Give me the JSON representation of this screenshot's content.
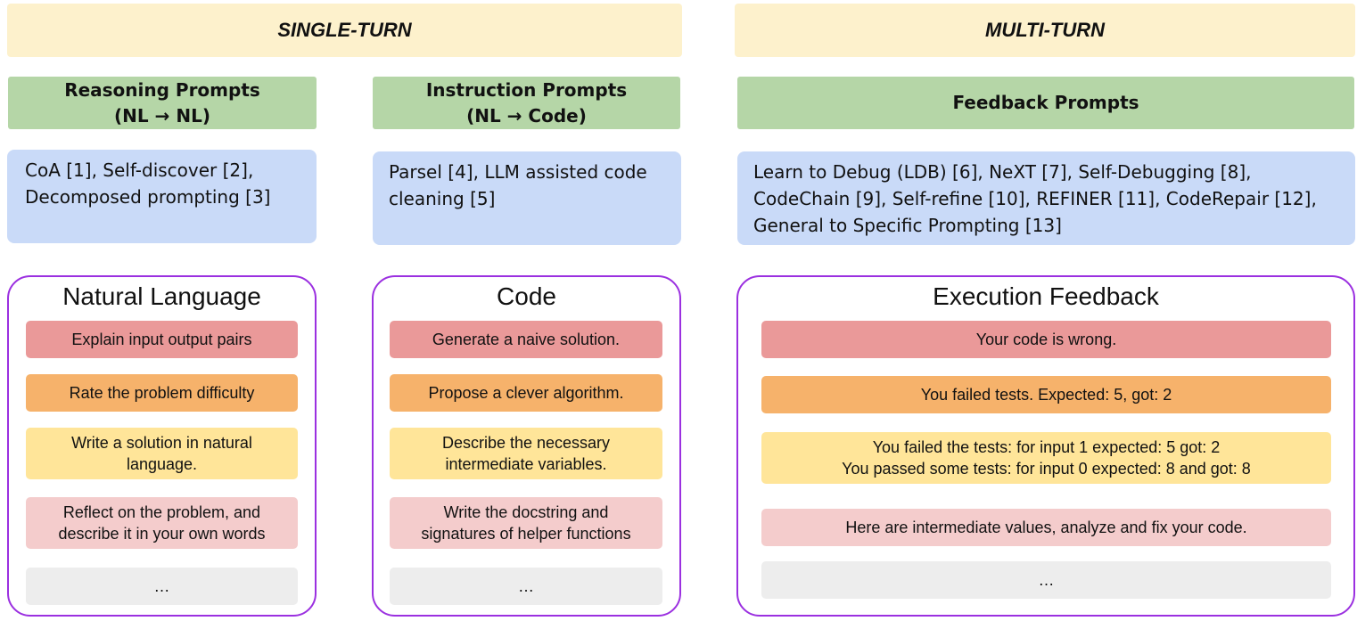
{
  "banners": {
    "single": "SINGLE-TURN",
    "multi": "MULTI-TURN"
  },
  "columns": [
    {
      "header": [
        "Reasoning Prompts",
        "(NL → NL)"
      ],
      "refs": [
        "CoA [1], Self-discover [2],",
        "Decomposed prompting [3]"
      ],
      "panel_title": "Natural Language",
      "items": [
        [
          "Explain input output pairs"
        ],
        [
          "Rate the problem  difficulty"
        ],
        [
          "Write a solution in natural",
          "language."
        ],
        [
          "Reflect on the problem, and",
          "describe it in your own words"
        ],
        [
          "…"
        ]
      ]
    },
    {
      "header": [
        "Instruction Prompts",
        "(NL → Code)"
      ],
      "refs": [
        "Parsel [4], LLM assisted code",
        "cleaning [5]"
      ],
      "panel_title": "Code",
      "items": [
        [
          "Generate a naive solution."
        ],
        [
          "Propose a clever algorithm."
        ],
        [
          "Describe the necessary",
          "intermediate variables."
        ],
        [
          "Write the docstring and",
          "signatures of helper functions"
        ],
        [
          "…"
        ]
      ]
    },
    {
      "header": [
        "Feedback Prompts"
      ],
      "refs": [
        "Learn to Debug (LDB) [6], NeXT [7], Self-Debugging [8],",
        "CodeChain [9], Self-refine [10], REFINER [11], CodeRepair [12],",
        "General to Specific Prompting [13]"
      ],
      "panel_title": "Execution Feedback",
      "items": [
        [
          "Your code is wrong."
        ],
        [
          "You failed tests. Expected: 5, got: 2"
        ],
        [
          "You failed the tests: for input 1 expected: 5 got: 2",
          "You passed some tests: for input 0 expected: 8 and got: 8"
        ],
        [
          "Here are intermediate values, analyze and fix your code."
        ],
        [
          "…"
        ]
      ]
    }
  ]
}
